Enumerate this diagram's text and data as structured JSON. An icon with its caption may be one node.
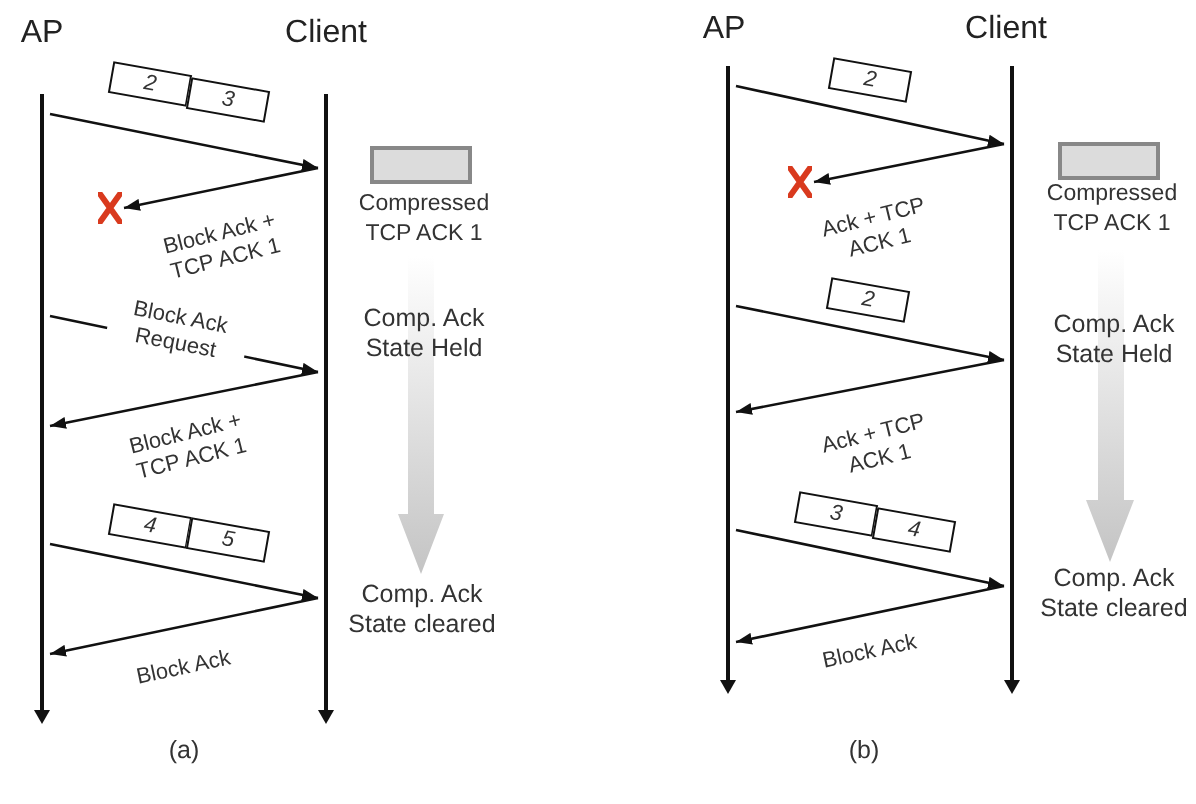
{
  "diagram": {
    "nodes": [
      {
        "text": [
          "AP"
        ]
      },
      {
        "text": [
          "Client"
        ]
      },
      {
        "text": [
          "2"
        ]
      },
      {
        "text": [
          "3"
        ]
      },
      {
        "text": [],
        "shape": "cross"
      },
      {
        "text": [],
        "shape": "box",
        "beside": [
          "Compressed TCP ACK 1"
        ]
      },
      {
        "text": [
          "4"
        ]
      },
      {
        "text": [
          "5"
        ]
      },
      {
        "text": [
          "AP"
        ]
      },
      {
        "text": [
          "Client"
        ]
      },
      {
        "text": [
          "2"
        ]
      },
      {
        "text": [],
        "shape": "cross"
      },
      {
        "text": [],
        "shape": "box",
        "beside": [
          "Compressed TCP ACK 1"
        ]
      },
      {
        "text": [
          "2"
        ]
      },
      {
        "text": [
          "3"
        ]
      },
      {
        "text": [
          "4"
        ]
      }
    ],
    "edges": [
      {
        "from": 0,
        "to": 1,
        "arrow": "to"
      },
      {
        "from": 1,
        "to": 4,
        "arrow": "to",
        "label": "Block Ack + TCP ACK 1"
      },
      {
        "from": 0,
        "to": 1,
        "arrow": "to",
        "label": "Block Ack Request"
      },
      {
        "from": 1,
        "to": 0,
        "arrow": "to",
        "label": "Block Ack + TCP ACK 1"
      },
      {
        "from": 0,
        "to": 1,
        "arrow": "to"
      },
      {
        "from": 1,
        "to": 0,
        "arrow": "to",
        "label": "Block Ack"
      },
      {
        "from": 8,
        "to": 9,
        "arrow": "to"
      },
      {
        "from": 9,
        "to": 11,
        "arrow": "to",
        "label": "Ack + TCP ACK 1"
      },
      {
        "from": 8,
        "to": 9,
        "arrow": "to"
      },
      {
        "from": 9,
        "to": 8,
        "arrow": "to",
        "label": "Ack + TCP ACK 1"
      },
      {
        "from": 8,
        "to": 9,
        "arrow": "to"
      },
      {
        "from": 9,
        "to": 8,
        "arrow": "to",
        "label": "Block Ack"
      }
    ],
    "labels": [
      "Comp. Ack State Held",
      "Comp. Ack State cleared",
      "(a)",
      "Comp. Ack State Held",
      "Comp. Ack State cleared",
      "(b)"
    ]
  }
}
